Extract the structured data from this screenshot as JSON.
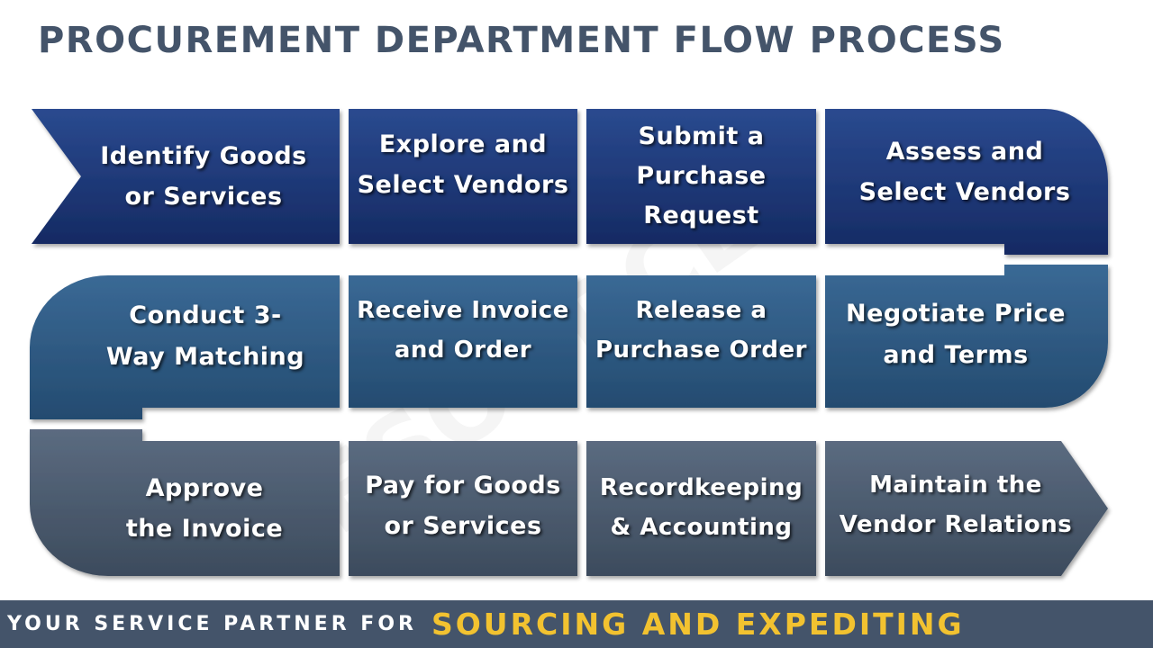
{
  "title": "PROCUREMENT DEPARTMENT FLOW PROCESS",
  "colors": {
    "row1": "#1f3775",
    "row2": "#2f5981",
    "row3": "#4a5a6d",
    "footer_bg": "#44546a",
    "footer_accent": "#f2c230",
    "title": "#44546a"
  },
  "steps": [
    {
      "label": "Identify Goods\nor Services"
    },
    {
      "label": "Explore and\nSelect Vendors"
    },
    {
      "label": "Submit a\nPurchase\nRequest"
    },
    {
      "label": "Assess and\nSelect Vendors"
    },
    {
      "label": "Negotiate Price\nand Terms"
    },
    {
      "label": "Release a\nPurchase Order"
    },
    {
      "label": "Receive Invoice\nand Order"
    },
    {
      "label": "Conduct 3-\nWay Matching"
    },
    {
      "label": "Approve\nthe Invoice"
    },
    {
      "label": "Pay for Goods\nor Services"
    },
    {
      "label": "Recordkeeping\n& Accounting"
    },
    {
      "label": "Maintain the\nVendor Relations"
    }
  ],
  "footer": {
    "text": "YOUR SERVICE PARTNER FOR",
    "highlight": "SOURCING AND EXPEDITING"
  }
}
